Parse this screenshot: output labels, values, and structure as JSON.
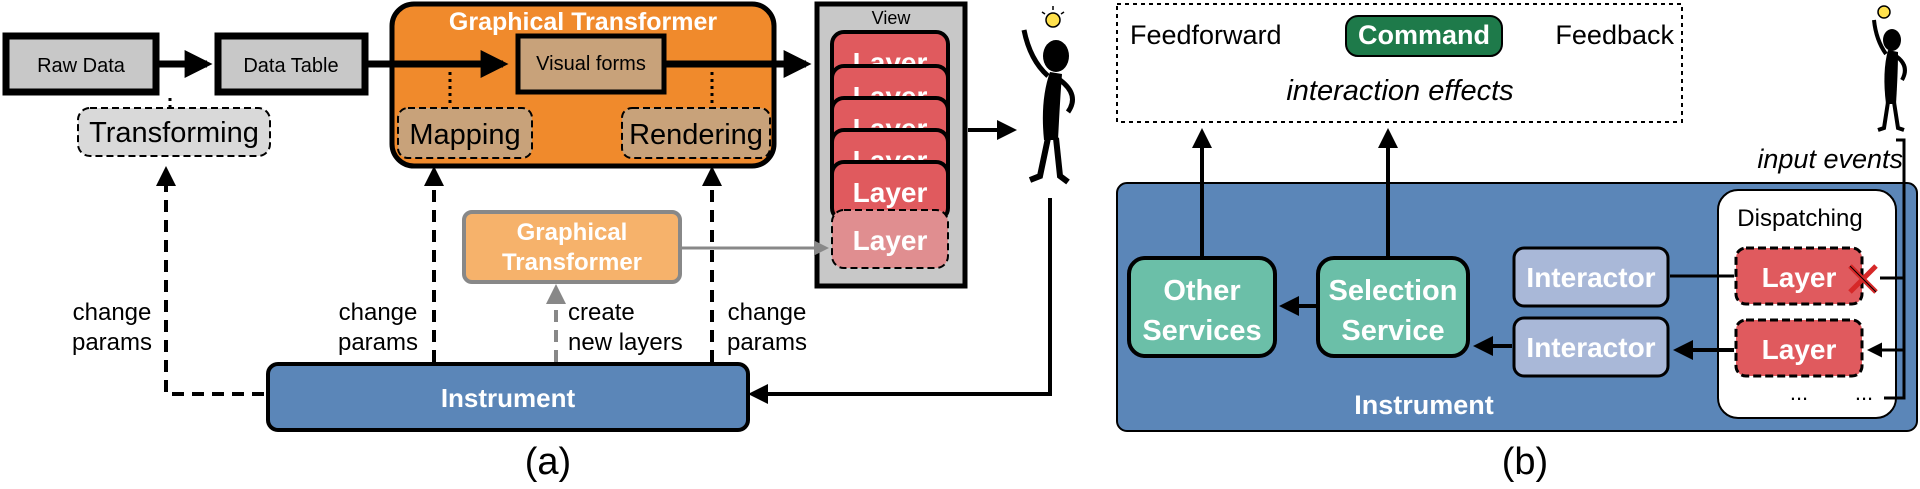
{
  "panel_a": {
    "raw_data": "Raw Data",
    "data_table": "Data Table",
    "transforming": "Transforming",
    "graphical_transformer_title": "Graphical Transformer",
    "visual_forms": "Visual forms",
    "mapping": "Mapping",
    "rendering": "Rendering",
    "view_title": "View",
    "layer": "Layer",
    "graphical_transformer_new_line1": "Graphical",
    "graphical_transformer_new_line2": "Transformer",
    "change_params_1_line1": "change",
    "change_params_1_line2": "params",
    "change_params_2_line1": "change",
    "change_params_2_line2": "params",
    "create_new_layers_line1": "create",
    "create_new_layers_line2": "new layers",
    "change_params_3_line1": "change",
    "change_params_3_line2": "params",
    "instrument": "Instrument",
    "caption": "(a)"
  },
  "panel_b": {
    "feedforward": "Feedforward",
    "command": "Command",
    "feedback": "Feedback",
    "interaction_effects": "interaction effects",
    "input_events": "input events",
    "dispatching": "Dispatching",
    "other_services_line1": "Other",
    "other_services_line2": "Services",
    "selection_service_line1": "Selection",
    "selection_service_line2": "Service",
    "interactor_1": "Interactor",
    "interactor_2": "Interactor",
    "layer_1": "Layer",
    "layer_2": "Layer",
    "ellipsis_1": "...",
    "ellipsis_2": "...",
    "instrument": "Instrument",
    "caption": "(b)"
  },
  "colors": {
    "orange": "#f08a2c",
    "light_orange": "#f6b26b",
    "tan": "#c8a27a",
    "gray_box": "#c8c8c8",
    "red_layer": "#e05a5e",
    "blue_instrument": "#5b86b8",
    "teal_service": "#6bbfa8",
    "lavender_interactor": "#a9b8d8",
    "green_command": "#1e7a4a"
  }
}
